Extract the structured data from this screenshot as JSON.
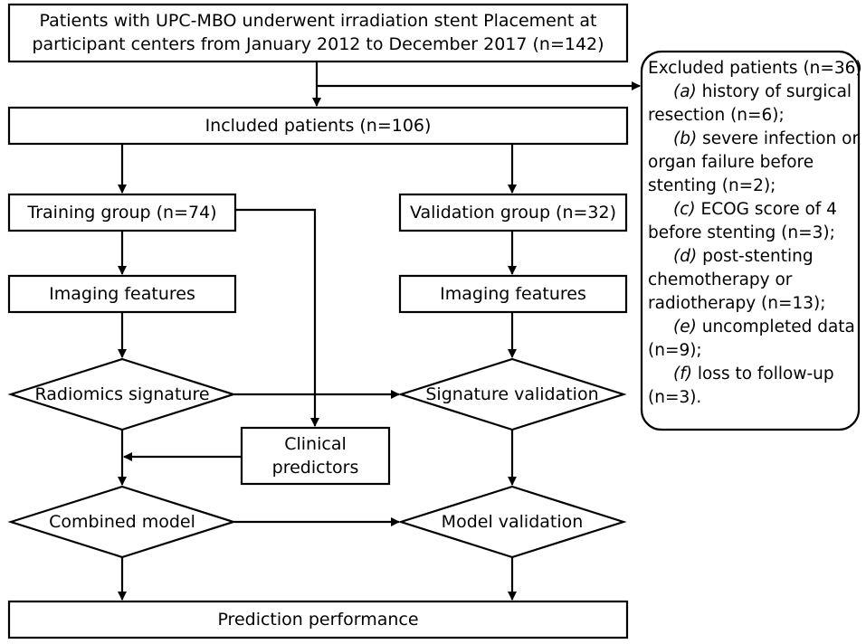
{
  "top_box": {
    "line1": "Patients with UPC-MBO underwent irradiation stent Placement at",
    "line2": "participant centers from January 2012 to December 2017 (n=142)"
  },
  "included": "Included patients (n=106)",
  "training": "Training group (n=74)",
  "validation": "Validation group (n=32)",
  "imaging_left": "Imaging features",
  "imaging_right": "Imaging features",
  "radiomics": "Radiomics signature",
  "signature_validation": "Signature validation",
  "clinical": {
    "line1": "Clinical",
    "line2": "predictors"
  },
  "combined": "Combined model",
  "model_validation": "Model validation",
  "prediction": "Prediction performance",
  "excluded": {
    "title": "Excluded patients (n=36)",
    "items": [
      {
        "tag": "(a)",
        "lines": [
          "history of surgical",
          "resection (n=6);"
        ]
      },
      {
        "tag": "(b)",
        "lines": [
          "severe infection or",
          "organ failure before",
          "stenting (n=2);"
        ]
      },
      {
        "tag": "(c)",
        "lines": [
          "ECOG score of 4",
          "before stenting (n=3);"
        ]
      },
      {
        "tag": "(d)",
        "lines": [
          "post-stenting",
          "chemotherapy or",
          "radiotherapy (n=13);"
        ]
      },
      {
        "tag": "(e)",
        "lines": [
          "uncompleted data",
          "(n=9);"
        ]
      },
      {
        "tag": "(f)",
        "lines": [
          "loss to follow-up",
          "(n=3)."
        ]
      }
    ]
  }
}
